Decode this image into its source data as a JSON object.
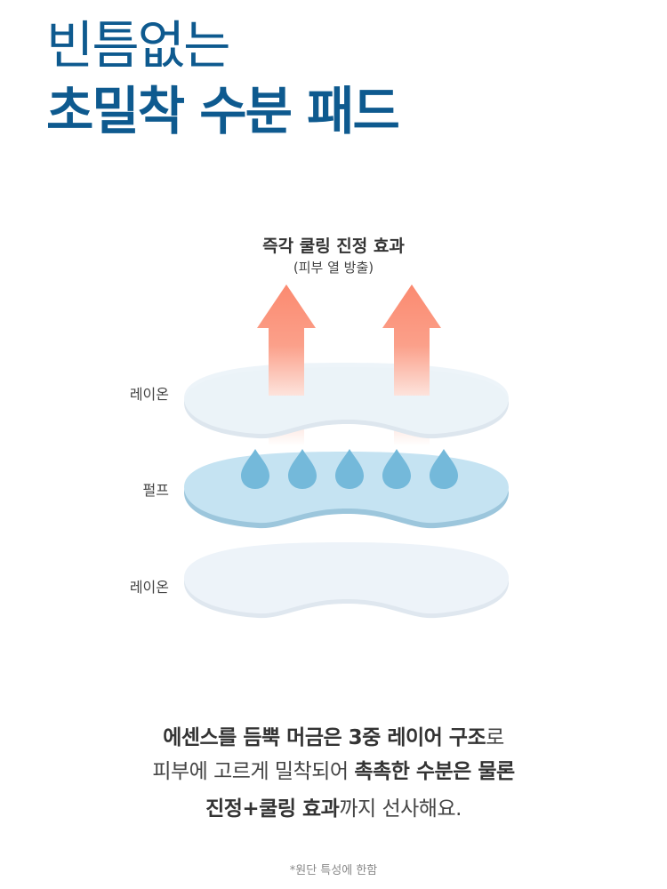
{
  "headline": {
    "line1": "빈틈없는",
    "line2": "초밀착 수분 패드"
  },
  "diagram": {
    "caption_title": "즉각 쿨링 진정 효과",
    "caption_sub": "(피부 열 방출)",
    "layers": [
      "레이온",
      "펄프",
      "레이온"
    ],
    "colors": {
      "arrow": "#fb8a70",
      "pulp": "#c5e3f2",
      "drop": "#74b9da",
      "rayon": "#ecf3f9"
    }
  },
  "description": {
    "line1_bold": "에센스를 듬뿍 머금은 3중 레이어 구조",
    "line1_rest": "로",
    "line2_normal": "피부에 고르게 밀착되어 ",
    "line2_bold": "촉촉한 수분은 물론",
    "line3_bold": "진정+쿨링 효과",
    "line3_rest": "까지 선사해요."
  },
  "footnote": "*원단 특성에 한함"
}
